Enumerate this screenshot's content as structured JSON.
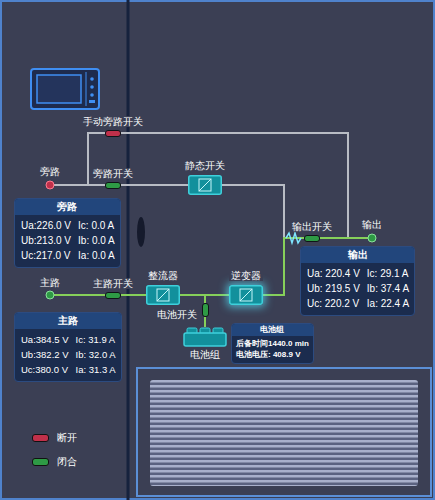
{
  "diagram": {
    "nodes": [
      {
        "text": [
          "手动旁路开关"
        ]
      },
      {
        "text": [
          "旁路开关"
        ]
      },
      {
        "text": [
          "静态开关"
        ]
      },
      {
        "text": [
          "旁路",
          "Ua:226.0 V",
          "Ic: 0.0 A",
          "Ub:213.0 V",
          "Ib: 0.0 A",
          "Uc:217.0 V",
          "Ia: 0.0 A"
        ]
      },
      {
        "text": [
          "输出开关"
        ]
      },
      {
        "text": [
          "输出",
          "Ua: 220.4 V",
          "Ic: 29.1 A",
          "Ub: 219.5 V",
          "Ib: 37.4 A",
          "Uc: 220.2 V",
          "Ia: 22.4 A"
        ]
      },
      {
        "text": [
          "主路开关"
        ]
      },
      {
        "text": [
          "整流器"
        ]
      },
      {
        "text": [
          "逆变器"
        ]
      },
      {
        "text": [
          "电池开关"
        ]
      },
      {
        "text": [
          "主路",
          "Ua:384.5 V",
          "Ic: 31.9 A",
          "Ub:382.2 V",
          "Ib: 32.0 A",
          "Uc:380.0 V",
          "Ia: 31.3 A"
        ]
      },
      {
        "text": [
          "电池组",
          "后备时间1440.0 min",
          "电池电压: 408.9 V"
        ]
      },
      {
        "text": [
          "电池组"
        ]
      }
    ],
    "edges": [
      {
        "from": 1,
        "to": 2,
        "arrow": "none"
      },
      {
        "from": 2,
        "to": 4,
        "arrow": "none"
      },
      {
        "from": 6,
        "to": 7,
        "arrow": "none"
      },
      {
        "from": 7,
        "to": 8,
        "arrow": "none"
      },
      {
        "from": 7,
        "to": 9,
        "arrow": "none"
      },
      {
        "from": 8,
        "to": 4,
        "arrow": "none"
      },
      {
        "from": 9,
        "to": 12,
        "arrow": "none"
      }
    ],
    "labels": [
      "旁路",
      "主路",
      "输出"
    ],
    "legend": [
      {
        "text": "断开",
        "color": "#c0304a"
      },
      {
        "text": "闭合",
        "color": "#2e9a45"
      }
    ]
  }
}
